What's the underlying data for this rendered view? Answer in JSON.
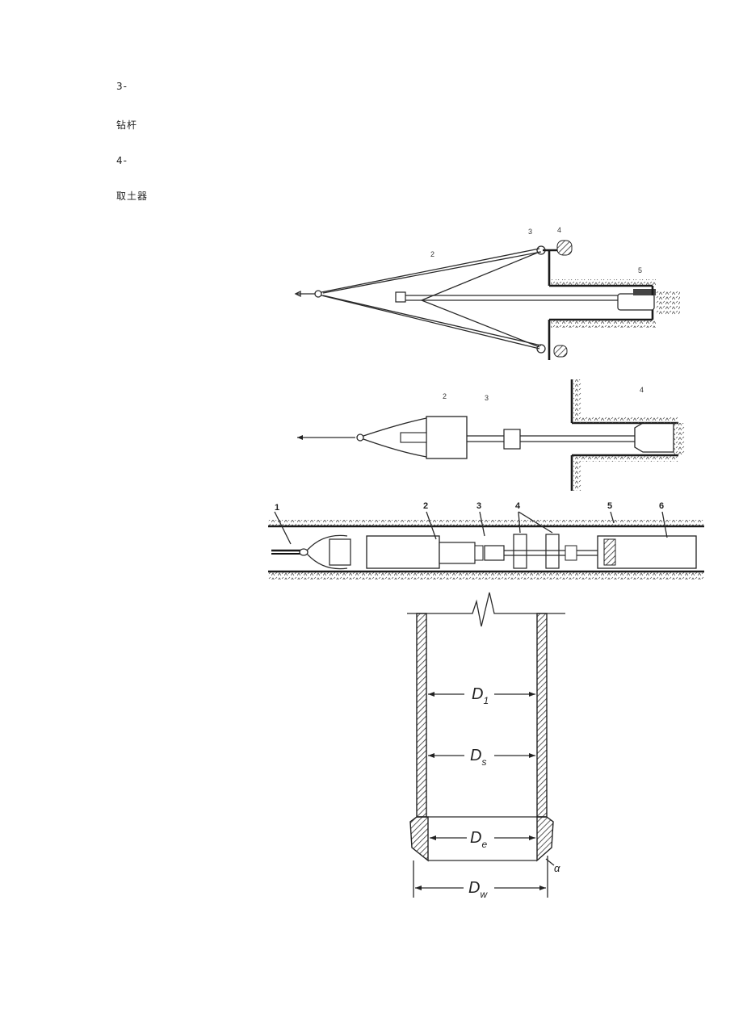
{
  "legend": [
    {
      "text": "3-"
    },
    {
      "text": "钻杆"
    },
    {
      "text": "4-"
    },
    {
      "text": "取土器"
    }
  ],
  "figure1": {
    "labels": [
      "3",
      "4",
      "2",
      "5"
    ]
  },
  "figure2": {
    "labels": [
      "2",
      "3",
      "4"
    ]
  },
  "figure3": {
    "labels": [
      "1",
      "2",
      "3",
      "4",
      "5",
      "6"
    ]
  },
  "figure4": {
    "dims": [
      {
        "letter": "D",
        "sub": "1"
      },
      {
        "letter": "D",
        "sub": "s"
      },
      {
        "letter": "D",
        "sub": "e"
      },
      {
        "letter": "D",
        "sub": "w"
      }
    ],
    "angle": "α"
  }
}
